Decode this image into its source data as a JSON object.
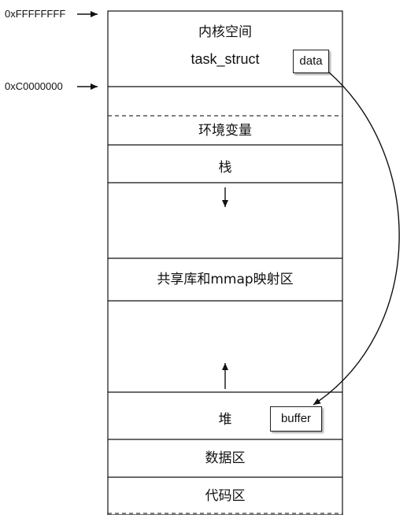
{
  "addresses": {
    "top": "0xFFFFFFFF",
    "kernel_boundary": "0xC0000000"
  },
  "segments": {
    "kernel_space": "内核空间",
    "task_struct": "task_struct",
    "env_vars": "环境变量",
    "stack": "栈",
    "mmap": "共享库和mmap映射区",
    "heap": "堆",
    "data": "数据区",
    "code": "代码区"
  },
  "tags": {
    "data": "data",
    "buffer": "buffer"
  },
  "colors": {
    "line": "#111111",
    "dash": "#333333"
  },
  "icons": {
    "stack_growth": "arrow-down-icon",
    "heap_growth": "arrow-up-icon",
    "pointer": "curved-arrow"
  }
}
